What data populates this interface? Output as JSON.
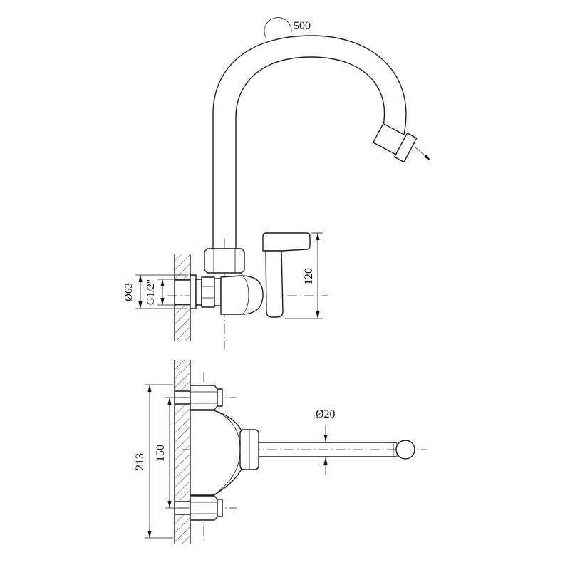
{
  "labels": {
    "spout_radius": "500",
    "flange_diameter": "Ø63",
    "thread_size": "G1/2\"",
    "body_height": "120",
    "overall_height": "213",
    "centers_distance": "150",
    "spout_diameter": "Ø20"
  }
}
